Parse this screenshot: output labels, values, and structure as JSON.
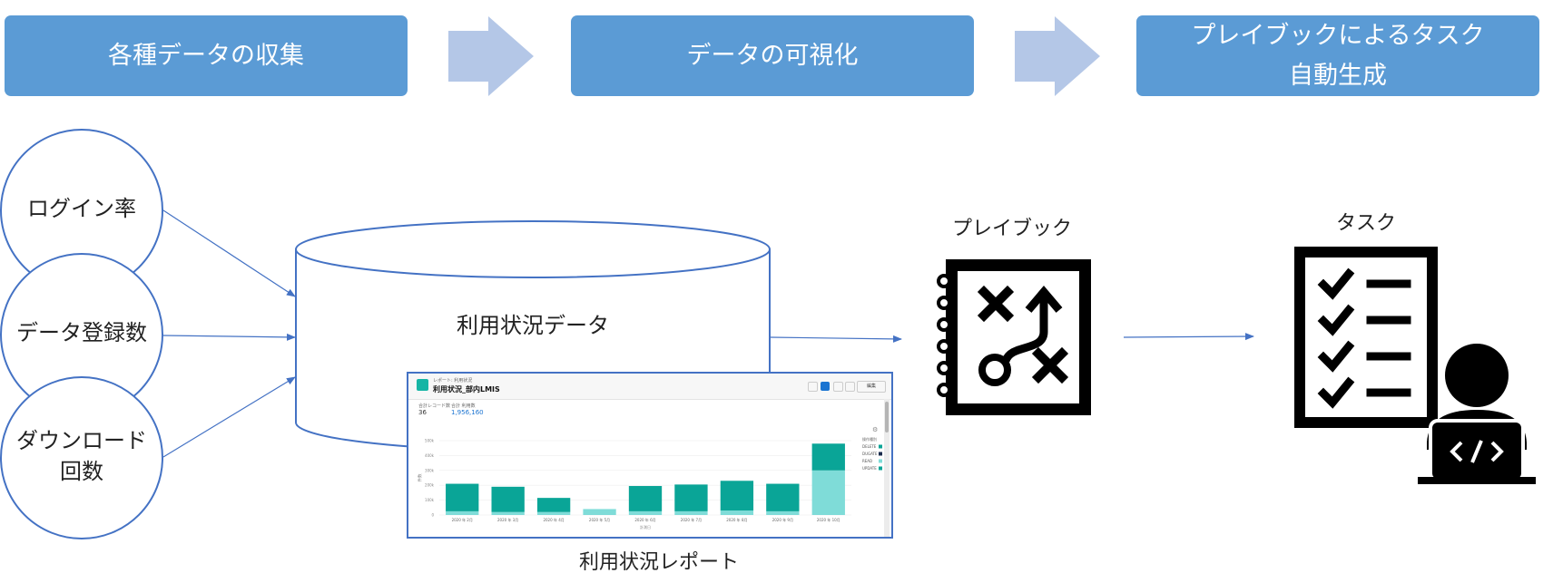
{
  "stages": [
    {
      "label": "各種データの収集"
    },
    {
      "label": "データの可視化"
    },
    {
      "label_line1": "プレイブックによるタスク",
      "label_line2": "自動生成"
    }
  ],
  "sources": [
    {
      "label": "ログイン率"
    },
    {
      "label": "データ登録数"
    },
    {
      "label_line1": "ダウンロード",
      "label_line2": "回数"
    }
  ],
  "database": {
    "label": "利用状況データ"
  },
  "report": {
    "caption": "利用状況レポート",
    "breadcrumb": "レポート: 利用状況",
    "title": "利用状況_部内LMIS",
    "stat1_label": "合計レコード数",
    "stat1_value": "36",
    "stat2_label": "合計 利用数",
    "stat2_value": "1,956,160",
    "btn_label": "編集",
    "legend_title": "操作種別",
    "x_title": "計測日",
    "y_title": "件数",
    "chart_data": {
      "type": "bar",
      "categories": [
        "2020 年 2月",
        "2020 年 3月",
        "2020 年 4月",
        "2020 年 5月",
        "2020 年 6月",
        "2020 年 7月",
        "2020 年 8月",
        "2020 年 9月",
        "2020 年 10月"
      ],
      "series": [
        {
          "name": "READ",
          "color": "#7fdcd8",
          "values": [
            25,
            20,
            20,
            40,
            25,
            25,
            30,
            25,
            300
          ]
        },
        {
          "name": "UPDATE",
          "color": "#0aa597",
          "values": [
            185,
            170,
            95,
            0,
            170,
            180,
            200,
            185,
            180
          ]
        },
        {
          "name": "DELETE",
          "color": "#0aa597",
          "values": [
            0,
            0,
            0,
            0,
            0,
            0,
            0,
            0,
            0
          ]
        },
        {
          "name": "DUGATE",
          "color": "#1a2b4c",
          "values": [
            0,
            0,
            0,
            0,
            0,
            0,
            0,
            0,
            0
          ]
        }
      ],
      "y_ticks": [
        "0",
        "100k",
        "200k",
        "300k",
        "400k",
        "500k"
      ],
      "ylim": [
        0,
        500
      ]
    }
  },
  "playbook": {
    "label": "プレイブック"
  },
  "task": {
    "label": "タスク"
  }
}
